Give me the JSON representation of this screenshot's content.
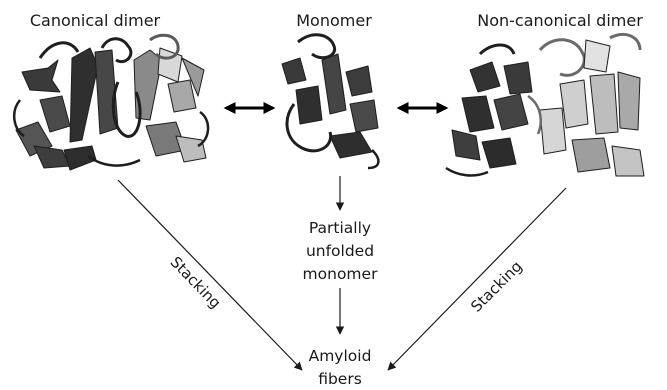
{
  "panels": {
    "canonical_dimer": {
      "title": "Canonical dimer"
    },
    "monomer": {
      "title": "Monomer"
    },
    "noncanonical_dimer": {
      "title": "Non-canonical dimer"
    }
  },
  "nodes": {
    "partially_unfolded": {
      "lines": [
        "Partially",
        "unfolded",
        "monomer"
      ]
    },
    "amyloid": {
      "lines": [
        "Amyloid",
        "fibers"
      ]
    }
  },
  "edges": {
    "left_stacking": {
      "label": "Stacking"
    },
    "right_stacking": {
      "label": "Stacking"
    }
  },
  "colors": {
    "dark_chain": "#3a3a3a",
    "mid_chain": "#8a8a8a",
    "light_chain": "#d8d8d8",
    "outline": "#1e1e1e"
  }
}
